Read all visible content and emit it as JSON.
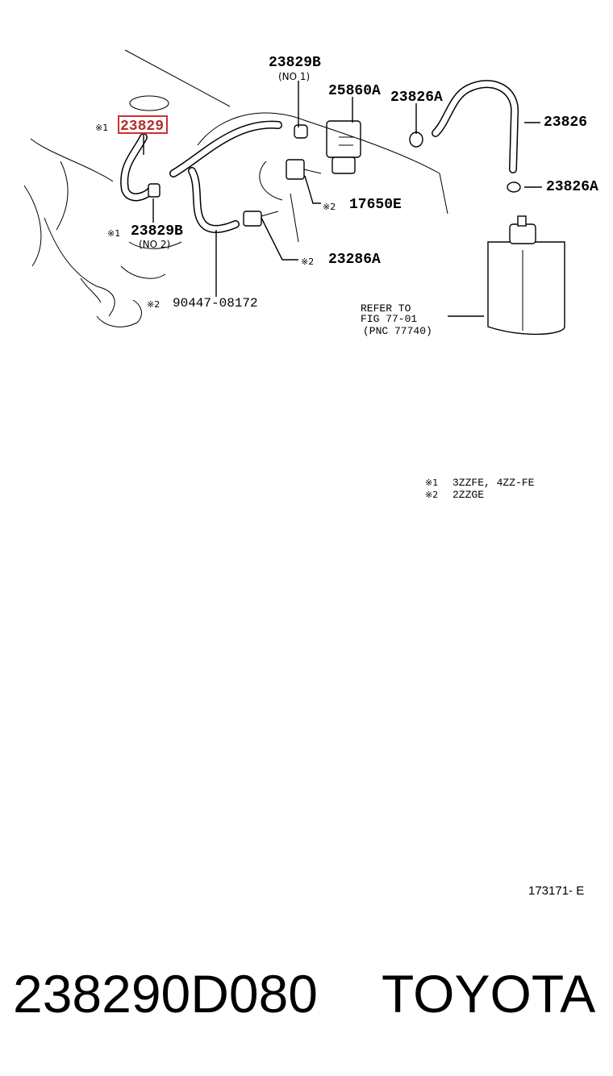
{
  "callouts": {
    "part_23829": {
      "mark": "※1",
      "code": "23829"
    },
    "part_23829b_no1": {
      "code": "23829B",
      "sub": "(NO 1)"
    },
    "part_23829b_no2": {
      "mark": "※1",
      "code": "23829B",
      "sub": "(NO 2)"
    },
    "part_25860a": {
      "code": "25860A"
    },
    "part_23826a_top": {
      "code": "23826A"
    },
    "part_23826": {
      "code": "23826"
    },
    "part_23826a_right": {
      "code": "23826A"
    },
    "part_17650e": {
      "mark": "※2",
      "code": "17650E"
    },
    "part_23286a": {
      "mark": "※2",
      "code": "23286A"
    },
    "part_90447": {
      "mark": "※2",
      "code": "90447-08172"
    }
  },
  "refer": {
    "line1": "REFER TO",
    "line2": "FIG 77-01",
    "line3": "(PNC 77740)"
  },
  "legend": {
    "row1_mark": "※1",
    "row1_text": "3ZZFE, 4ZZ-FE",
    "row2_mark": "※2",
    "row2_text": "2ZZGE"
  },
  "figure_id": "173171- E",
  "footer": {
    "part_number": "238290D080",
    "brand": "TOYOTA"
  },
  "colors": {
    "highlight": "#d03030",
    "ink": "#000000"
  }
}
